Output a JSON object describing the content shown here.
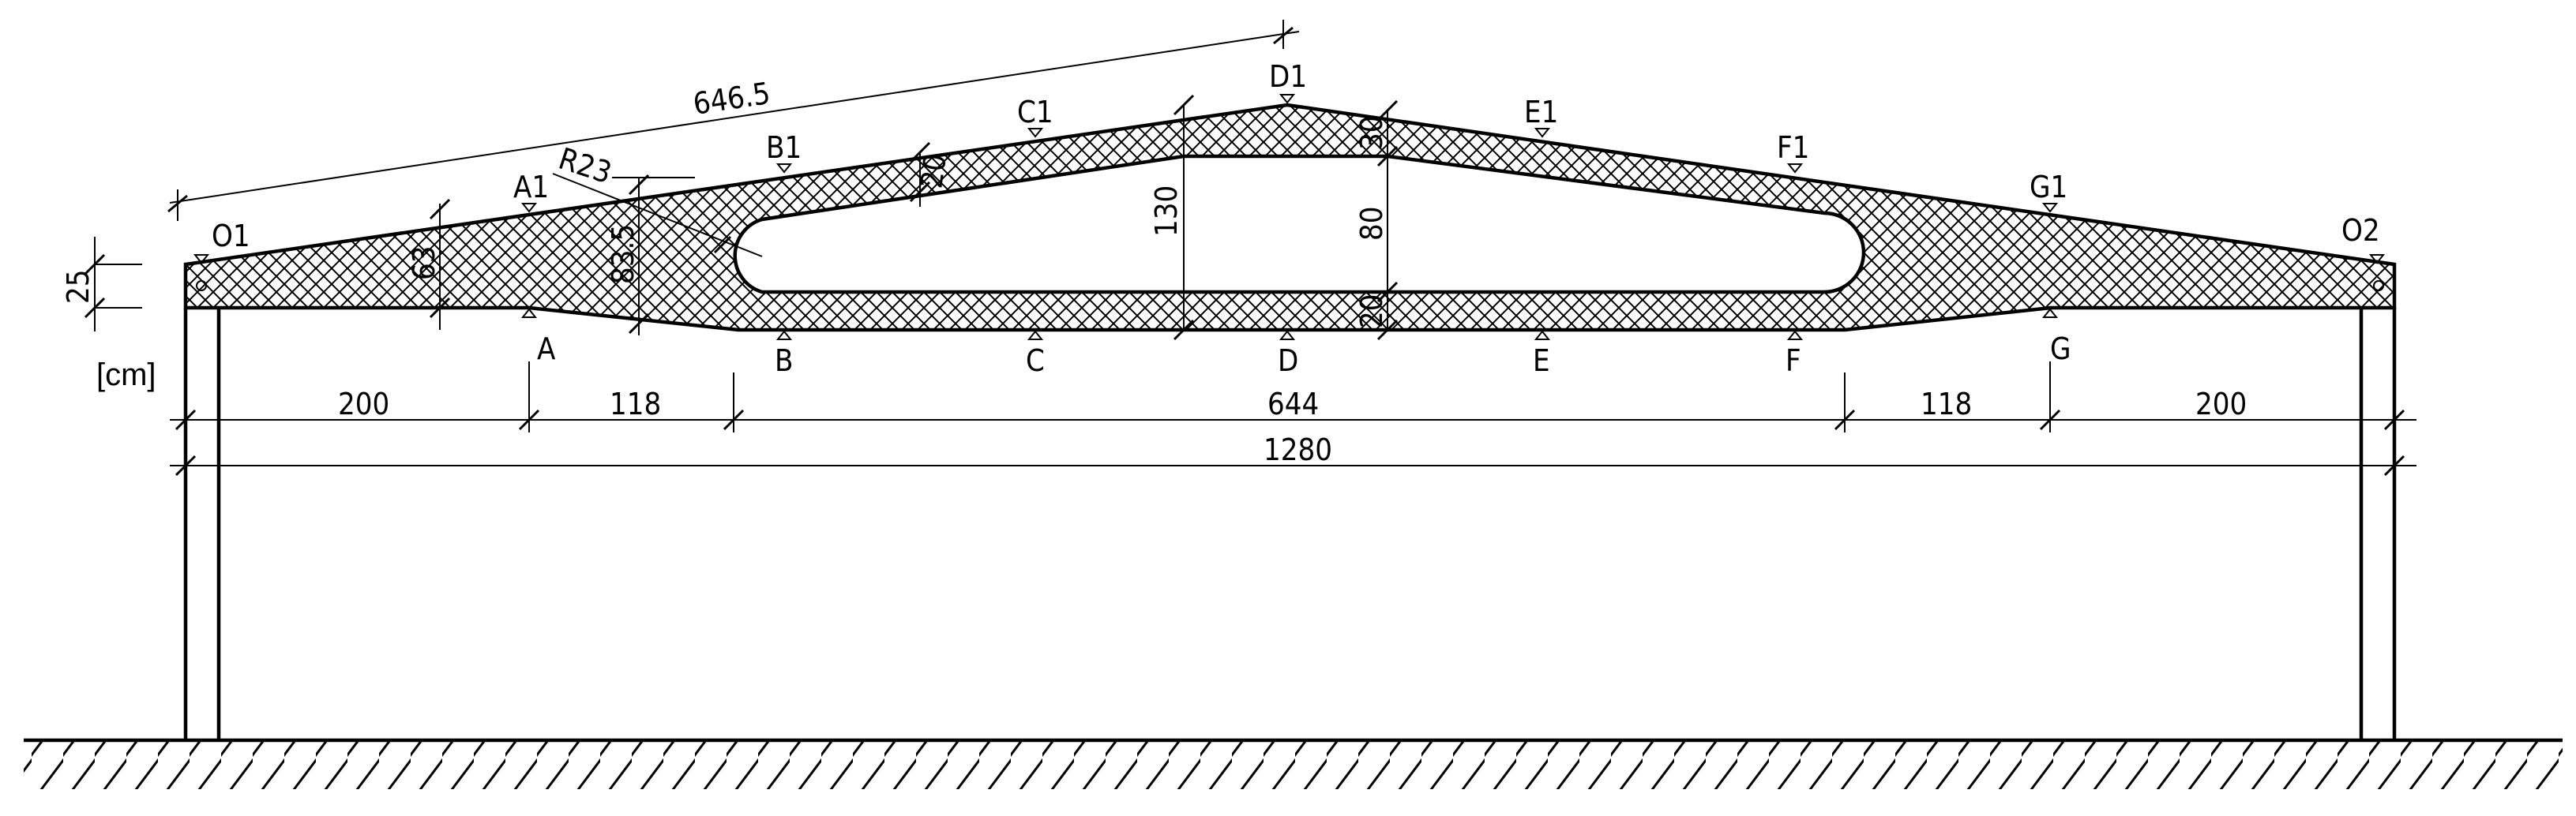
{
  "unit_label": "[cm]",
  "top_points": [
    "O1",
    "A1",
    "B1",
    "C1",
    "D1",
    "E1",
    "F1",
    "G1",
    "O2"
  ],
  "bottom_points": [
    "A",
    "B",
    "C",
    "D",
    "E",
    "F",
    "G"
  ],
  "dimensions": {
    "top_chord_length": "646.5",
    "end_depth": "25",
    "depth_at_A": "63",
    "depth_at_B": "83.5",
    "top_flange_thickness": "20",
    "depth_at_ridge": "130",
    "top_slab_at_ridge": "30",
    "opening_height": "80",
    "bottom_slab": "20",
    "opening_radius": "R23",
    "span_left_end": "200",
    "span_left_taper": "118",
    "span_middle": "644",
    "span_right_taper": "118",
    "span_right_end": "200",
    "total_span": "1280"
  }
}
